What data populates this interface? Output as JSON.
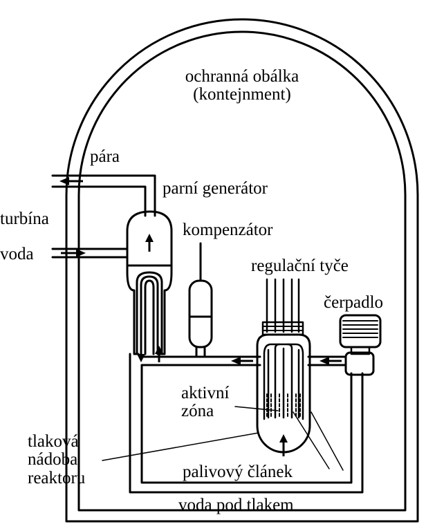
{
  "labels": {
    "containment_line1": "ochranná obálka",
    "containment_line2": "(kontejnment)",
    "steam": "pára",
    "turbine": "turbína",
    "water": "voda",
    "steam_generator": "parní generátor",
    "pressurizer": "kompenzátor",
    "control_rods": "regulační tyče",
    "pump": "čerpadlo",
    "core_line1": "aktivní",
    "core_line2": "zóna",
    "vessel_line1": "tlaková",
    "vessel_line2": "nádoba",
    "vessel_line3": "reaktoru",
    "fuel_element": "palivový článek",
    "pressurized_water": "voda pod tlakem"
  },
  "colors": {
    "stroke": "#000000",
    "background": "#ffffff"
  }
}
